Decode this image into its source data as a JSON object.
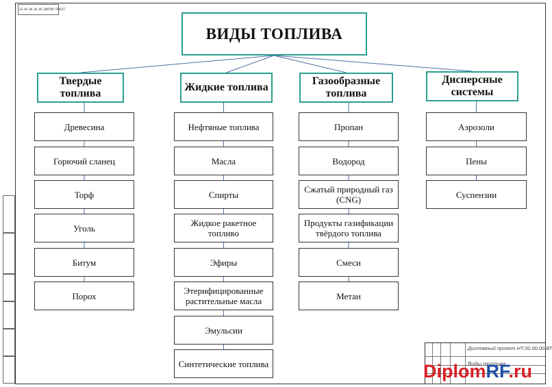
{
  "title": "ВИДЫ ТОПЛИВА",
  "corner_stamp": "28.00.00.00.00 ДИПЛОМ ПРОЕКТ",
  "categories": [
    {
      "label": "Твердые топлива",
      "items": [
        "Древесина",
        "Горючий сланец",
        "Торф",
        "Уголь",
        "Битум",
        "Порох"
      ]
    },
    {
      "label": "Жидкие топлива",
      "items": [
        "Нефтяные топлива",
        "Масла",
        "Спирты",
        "Жидкое ракетное топливо",
        "Эфиры",
        "Этерифицированные растительные масла",
        "Эмульсии",
        "Синтетические топлива"
      ]
    },
    {
      "label": "Газообразные топлива",
      "items": [
        "Пропан",
        "Водород",
        "Сжатый природный газ (CNG)",
        "Продукты газификации твёрдого топлива",
        "Смеси",
        "Метан"
      ]
    },
    {
      "label": "Дисперсные системы",
      "items": [
        "Аэрозоли",
        "Пены",
        "Суспензии"
      ]
    }
  ],
  "stamp": {
    "code": "Дипломный проект НТ.00.00.00 ВТ",
    "name": "Виды топлива"
  },
  "watermark": {
    "part1": "Diplom",
    "part2": "RF",
    "part3": ".ru"
  },
  "colors": {
    "accent_border": "#2a9d8f",
    "watermark_red": "#d81f26",
    "watermark_blue": "#1e4fa8"
  }
}
